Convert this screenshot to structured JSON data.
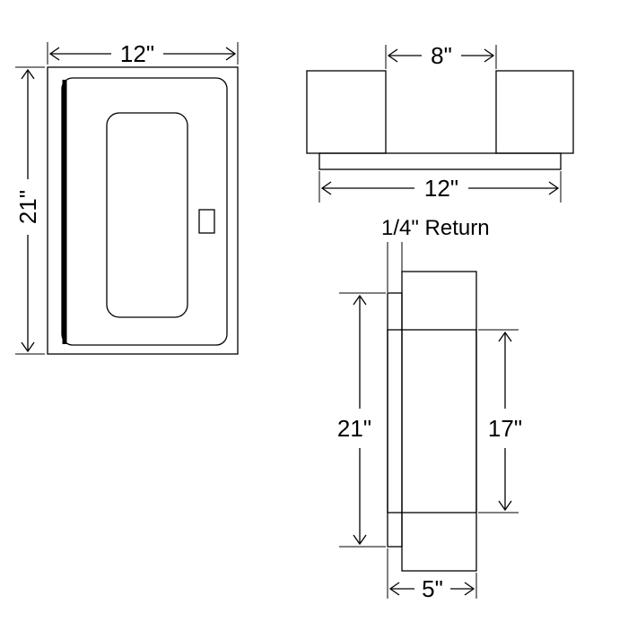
{
  "front_view": {
    "width_label": "12\"",
    "height_label": "21\""
  },
  "top_view": {
    "inner_label": "8\"",
    "overall_label": "12\""
  },
  "side_view": {
    "return_label": "1/4\" Return",
    "height_label": "21\"",
    "body_label": "17\"",
    "depth_label": "5\""
  }
}
